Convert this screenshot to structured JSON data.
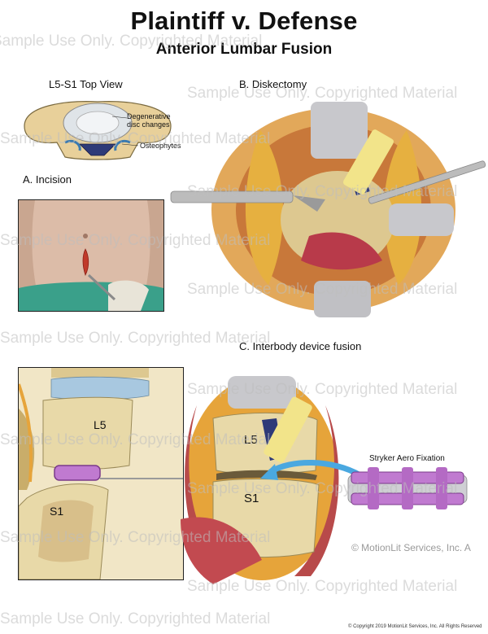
{
  "title": "Plaintiff v. Defense",
  "subtitle": "Anterior Lumbar Fusion",
  "panels": {
    "top_view": {
      "label": "L5-S1 Top View",
      "annotations": [
        "Degenerative disc changes",
        "Osteophytes"
      ]
    },
    "incision": {
      "label": "A. Incision"
    },
    "diskectomy": {
      "label": "B. Diskectomy"
    },
    "interbody": {
      "label": "C. Interbody device fusion"
    }
  },
  "labels": {
    "l5_left": "L5",
    "s1_left": "S1",
    "l5_right": "L5",
    "s1_right": "S1",
    "device": "Stryker Aero Fixation"
  },
  "watermarks": {
    "sample": "Sample Use Only. Copyrighted Material",
    "credit": "© MotionLit Services, Inc. A",
    "footer": "© Copyright 2019 MotionLit Services, Inc. All Rights Reserved"
  },
  "colors": {
    "bone": "#e8d9a8",
    "disc": "#a8c8e0",
    "muscle": "#b84a4a",
    "fat": "#e6a43a",
    "device": "#c07ad0",
    "arrow": "#4aa8e0",
    "retractor": "#c8c8c8"
  }
}
